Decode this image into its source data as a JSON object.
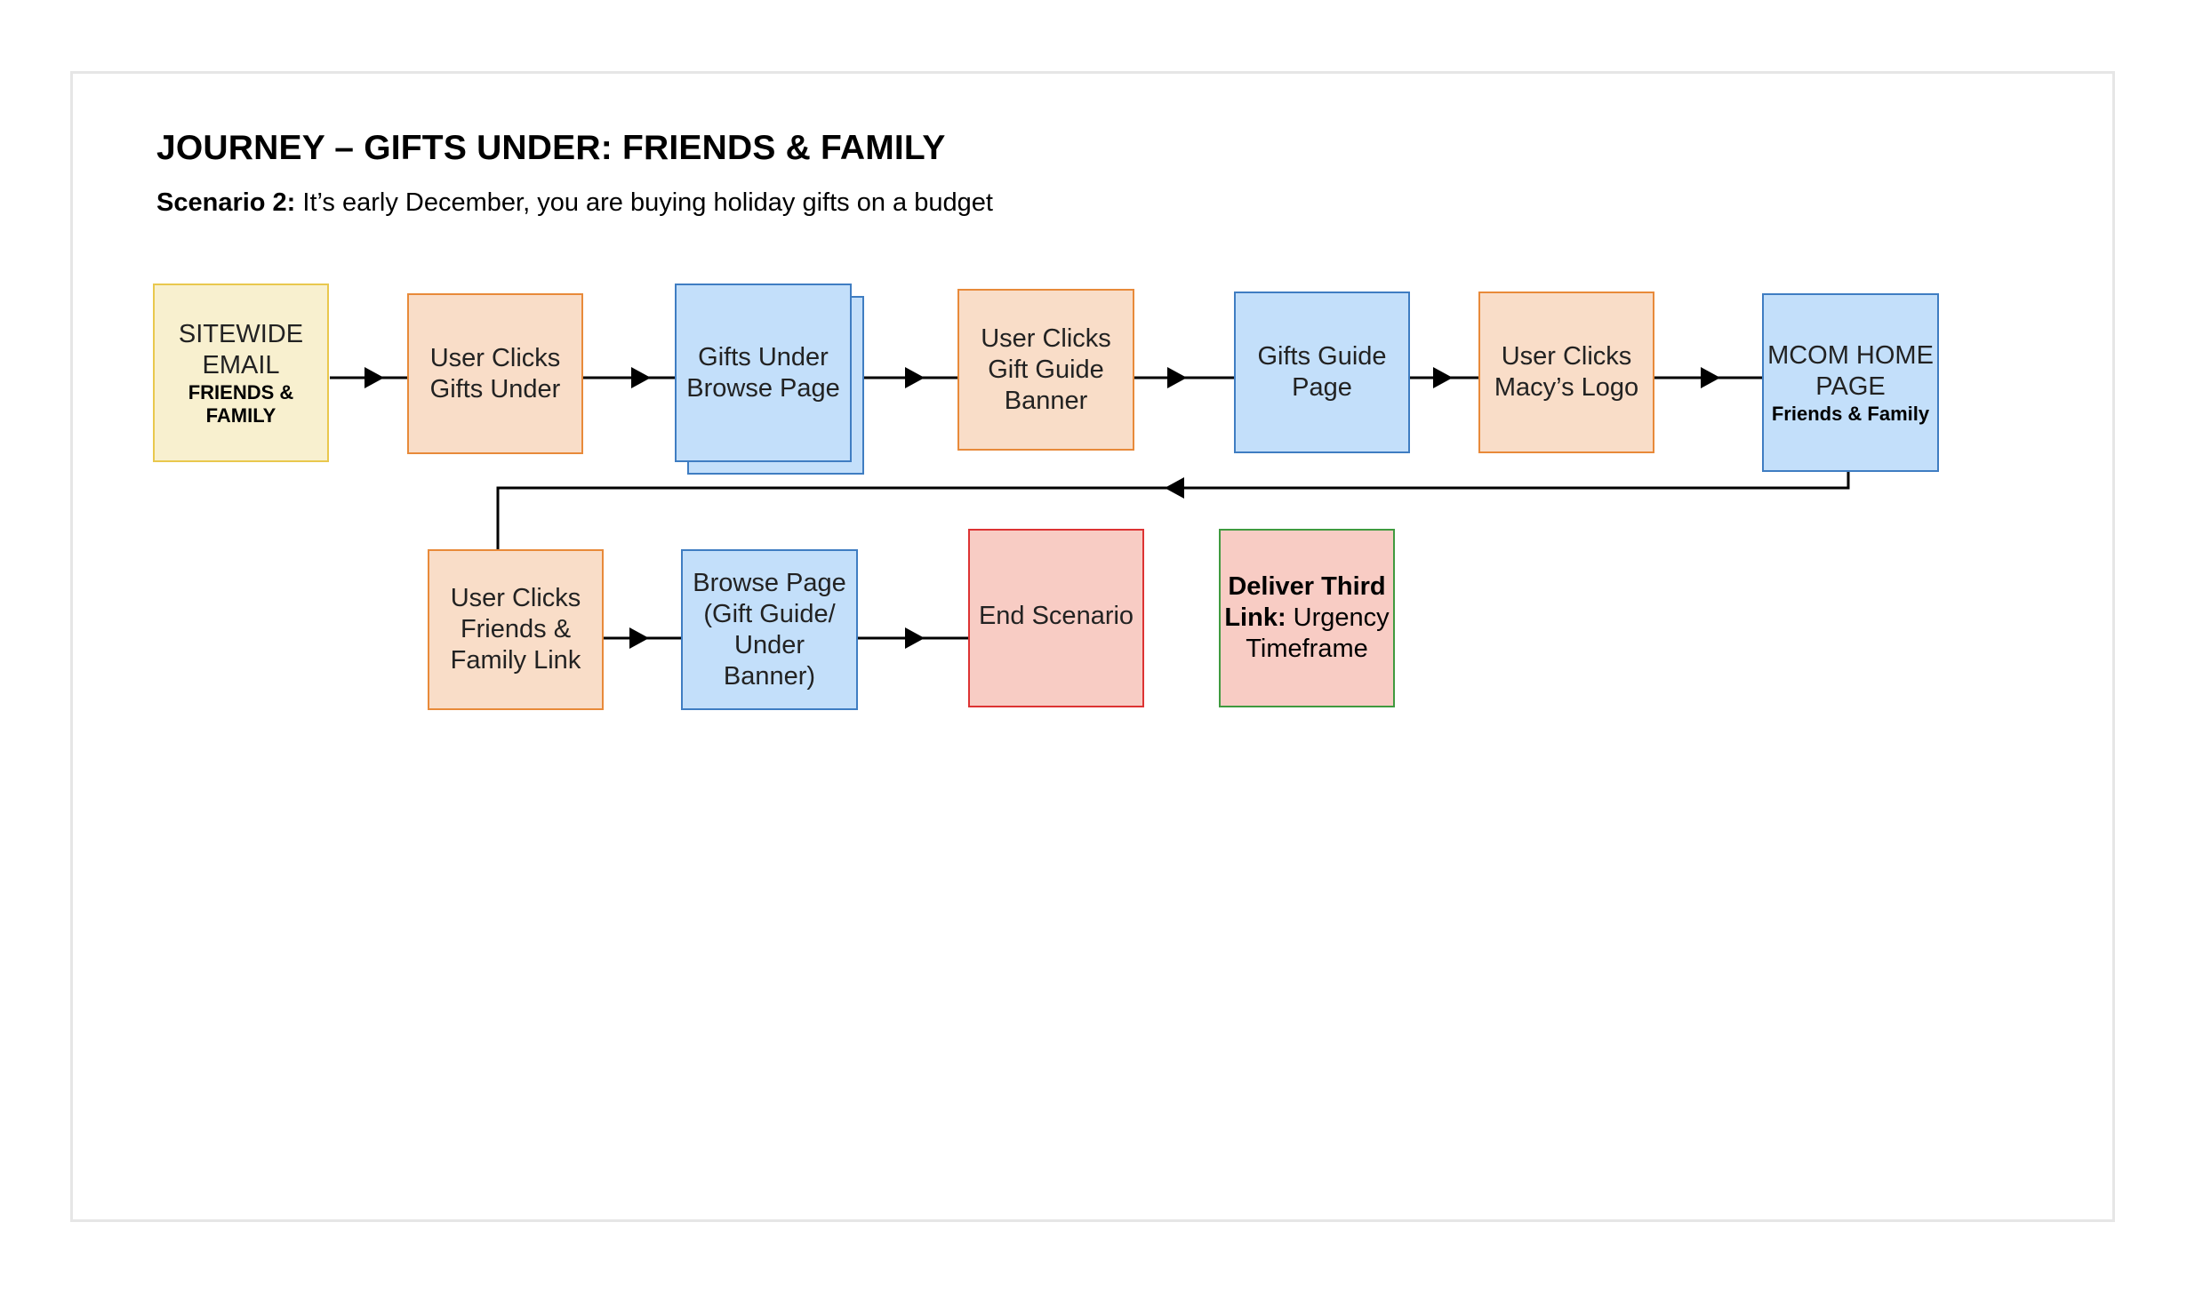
{
  "title": "JOURNEY – GIFTS UNDER: FRIENDS & FAMILY",
  "subtitle": {
    "label": "Scenario 2:",
    "text": " It’s early December, you are buying holiday gifts on a budget"
  },
  "nodes": {
    "sitewide_email": {
      "line1": "SITEWIDE",
      "line2": "EMAIL",
      "sub1": "FRIENDS &",
      "sub2": "FAMILY"
    },
    "clicks_gifts_under": {
      "line1": "User Clicks",
      "line2": "Gifts Under"
    },
    "gifts_under_browse": {
      "line1": "Gifts Under",
      "line2": "Browse Page"
    },
    "clicks_gift_guide_banner": {
      "line1": "User Clicks",
      "line2": "Gift Guide",
      "line3": "Banner"
    },
    "gifts_guide_page": {
      "line1": "Gifts Guide",
      "line2": "Page"
    },
    "clicks_macys_logo": {
      "line1": "User Clicks",
      "line2": "Macy’s Logo"
    },
    "mcom_home": {
      "line1": "MCOM HOME",
      "line2": "PAGE",
      "sub": "Friends & Family"
    },
    "clicks_ff_link": {
      "line1": "User Clicks",
      "line2": "Friends &",
      "line3": "Family Link"
    },
    "browse_page": {
      "line1": "Browse Page",
      "line2": "(Gift Guide/",
      "line3": "Under",
      "line4": "Banner)"
    },
    "end_scenario": {
      "line1": "End Scenario"
    },
    "deliver_third": {
      "bold1": "Deliver Third",
      "bold2": "Link:",
      "rest2": " Urgency",
      "line3": "Timeframe"
    }
  },
  "colors": {
    "yellow_fill": "#f8f0cf",
    "orange_fill": "#f9ddc8",
    "blue_fill": "#c3dffa",
    "red_fill": "#f8ccc4",
    "connector": "#000000"
  }
}
